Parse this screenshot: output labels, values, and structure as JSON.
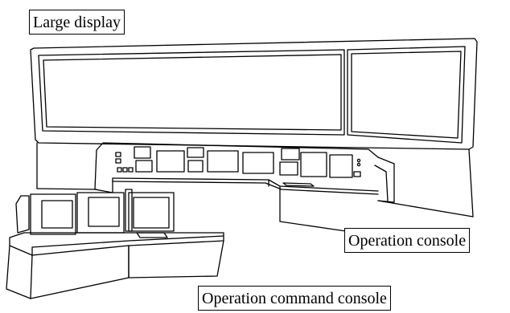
{
  "labels": {
    "large_display": "Large display",
    "operation_console": "Operation console",
    "operation_command_console": "Operation command console"
  },
  "colors": {
    "line": "#000000",
    "background": "#ffffff"
  }
}
